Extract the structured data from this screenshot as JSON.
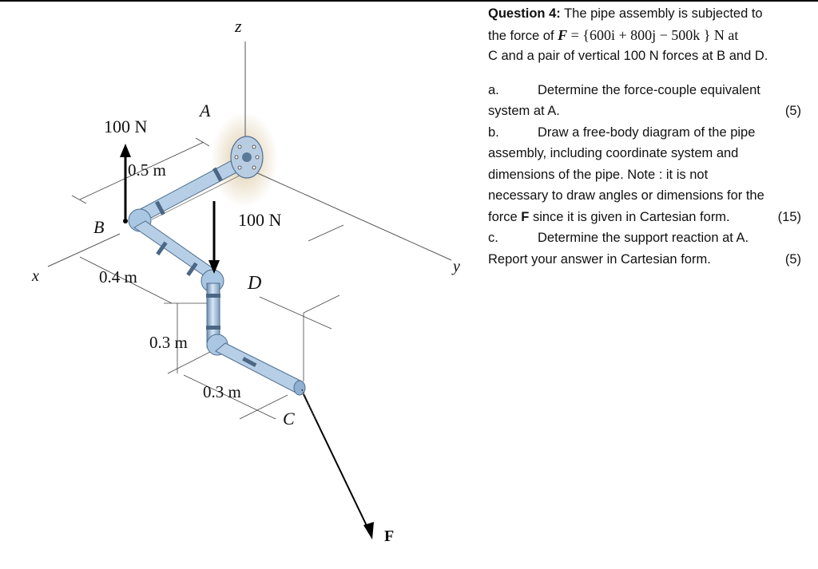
{
  "question": {
    "heading": "Question 4:",
    "intro_line1": "The pipe assembly is subjected to",
    "intro_line2_a": "the force of ",
    "force_symbol": "F",
    "force_expr": " = {600i + 800j − 500k } N at",
    "intro_line3": "C and a pair of vertical 100 N forces at B and D.",
    "items": [
      {
        "letter": "a.",
        "line1": "Determine the force-couple equivalent",
        "line2": "system at A.",
        "marks": "(5)"
      },
      {
        "letter": "b.",
        "line1": "Draw a free-body diagram of the pipe",
        "line2": "assembly, including coordinate system and",
        "line3": "dimensions of the pipe. Note : it is not",
        "line4": "necessary to draw angles or dimensions for the",
        "line5_a": "force ",
        "line5_bold": "F",
        "line5_b": " since it is given in Cartesian form.",
        "marks": "(15)"
      },
      {
        "letter": "c.",
        "line1": "Determine the support reaction at A.",
        "line2": "Report your answer in Cartesian form.",
        "marks": "(5)"
      }
    ]
  },
  "figure": {
    "labels": {
      "z": "z",
      "y": "y",
      "x": "x",
      "A": "A",
      "B": "B",
      "C": "C",
      "D": "D",
      "F": "F",
      "force_B": "100 N",
      "force_D": "100 N",
      "dim_05": "0.5 m",
      "dim_04": "0.4 m",
      "dim_03a": "0.3 m",
      "dim_03b": "0.3 m"
    },
    "colors": {
      "pipe": "#a9c6e2",
      "pipe_dark": "#5d7f9e",
      "wall": "#d8c39a"
    }
  }
}
